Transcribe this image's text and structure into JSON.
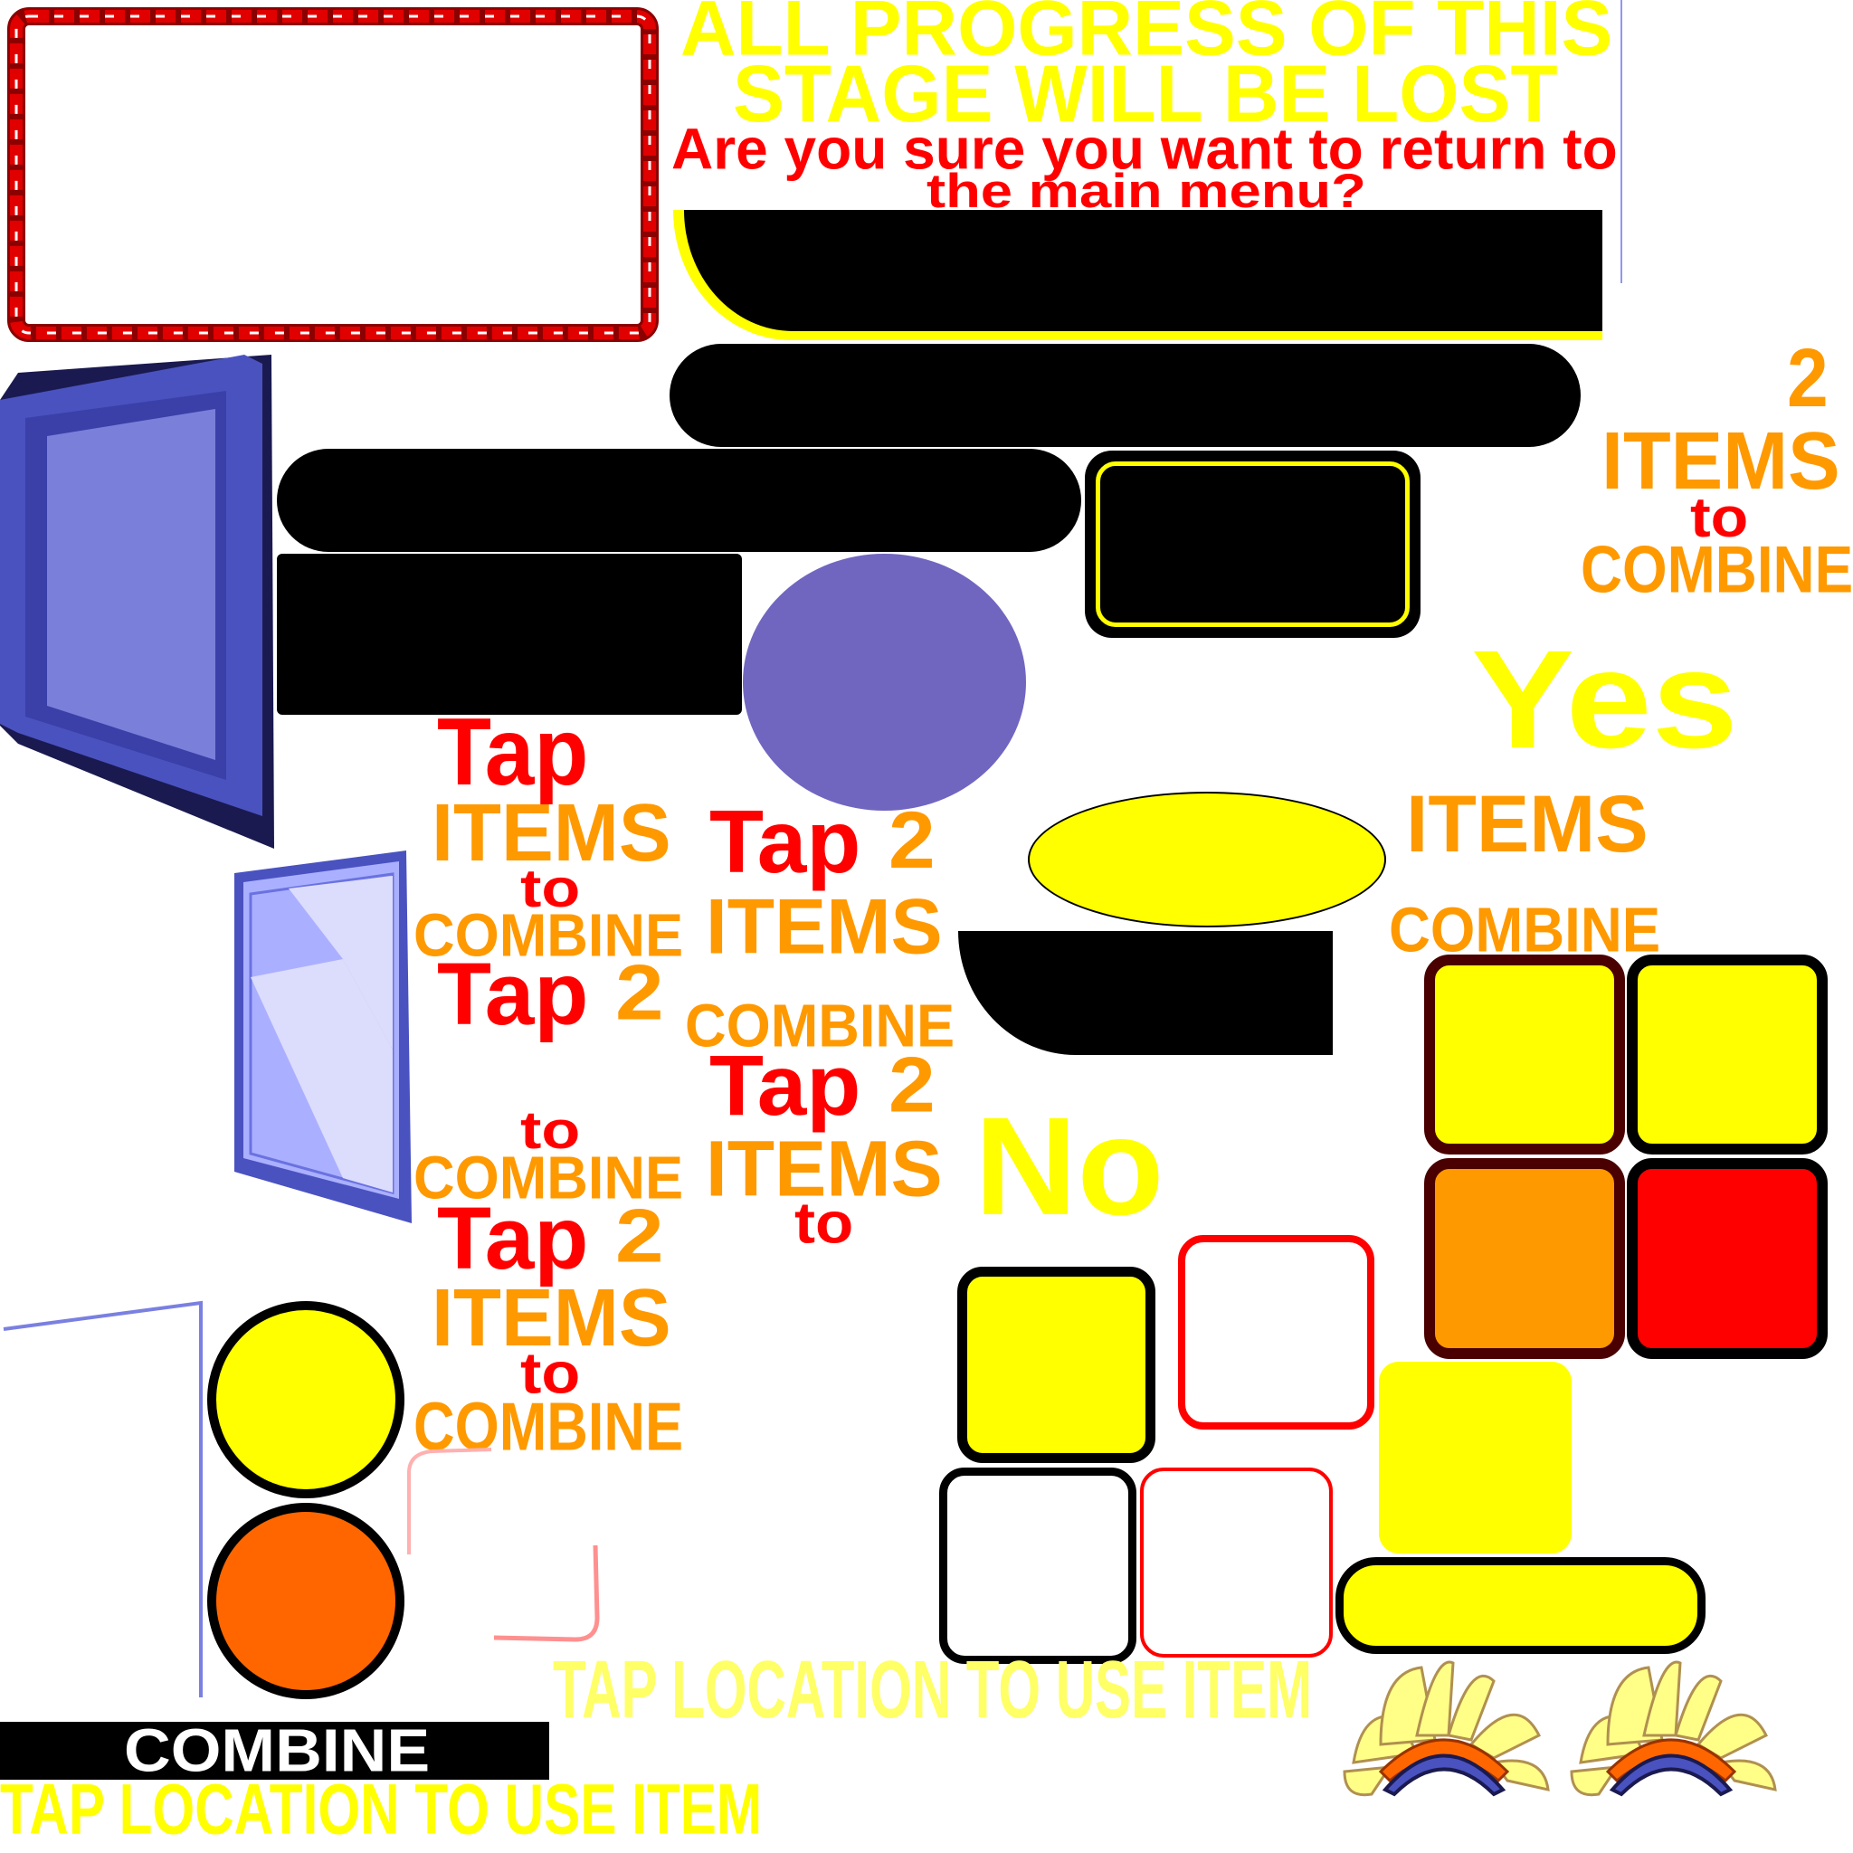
{
  "dialog": {
    "warning_line1": "ALL PROGRESS OF THIS",
    "warning_line2": "STAGE WILL BE LOST",
    "question_line1": "Are you sure you want to return to",
    "question_line2": "the main menu?",
    "yes_label": "Yes",
    "no_label": "No"
  },
  "combine_hint_right": {
    "number": "2",
    "items": "ITEMS",
    "to": "to",
    "combine": "COMBINE"
  },
  "combine_hint_mid": {
    "items": "ITEMS",
    "combine": "COMBINE"
  },
  "stack_left": {
    "tap1": "Tap",
    "items1": "ITEMS",
    "to1": "to",
    "combine1": "COMBINE",
    "tap2": "Tap",
    "two2": "2",
    "to2": "to",
    "combine2": "COMBINE",
    "tap3": "Tap",
    "two3": "2",
    "items3": "ITEMS",
    "to3": "to",
    "combine3": "COMBINE"
  },
  "stack_mid": {
    "tap1": "Tap",
    "two1": "2",
    "items1": "ITEMS",
    "combine1": "COMBINE",
    "tap2": "Tap",
    "two2": "2",
    "items2": "ITEMS",
    "to2": "to"
  },
  "combine_button": {
    "label": "COMBINE"
  },
  "tap_location_hint": "TAP LOCATION TO USE ITEM",
  "tap_location_hint_alt": "TAP LOCATION TO USE ITEM",
  "colors": {
    "yellow": "#ffff00",
    "red": "#ff0000",
    "orange": "#ff9900",
    "purple": "#7066c0",
    "blue": "#4a52c0"
  }
}
